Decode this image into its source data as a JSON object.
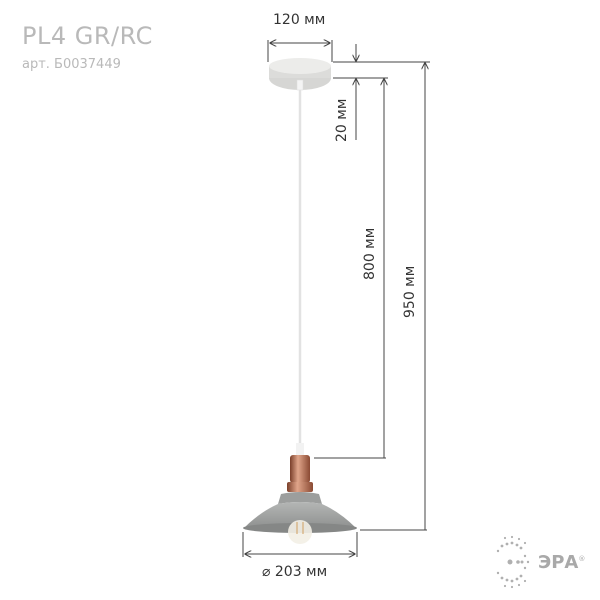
{
  "product": {
    "model": "PL4 GR/RC",
    "article": "арт. Б0037449"
  },
  "dimensions": {
    "canopy_width": "120 мм",
    "canopy_height": "20 мм",
    "cord_length": "800 мм",
    "total_height": "950 мм",
    "shade_diameter": "⌀ 203 мм"
  },
  "brand": {
    "name": "ЭРА",
    "registered": "®"
  },
  "colors": {
    "canopy": "#e3e3e1",
    "shade": "#a4a6a5",
    "socket": "#b86f4f",
    "dimension_line": "#444444",
    "text_light": "#b9b9b9"
  }
}
